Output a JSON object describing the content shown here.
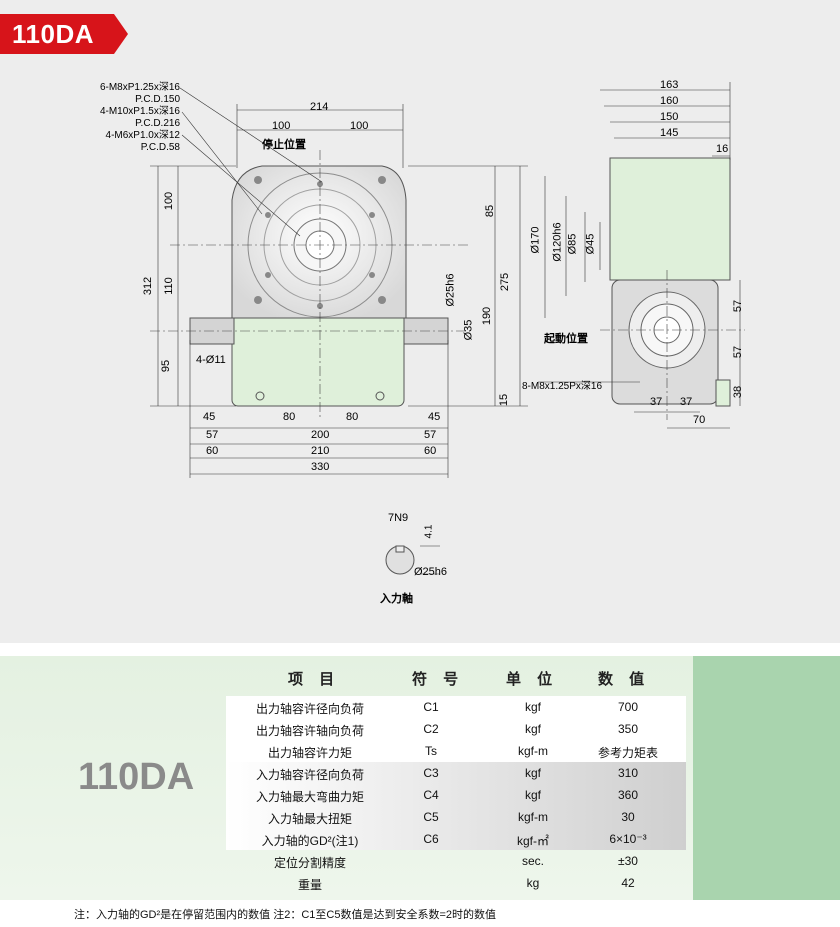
{
  "title": "110DA",
  "drawing": {
    "front": {
      "dims": {
        "d214": "214",
        "d100a": "100",
        "d100b": "100",
        "v100": "100",
        "v312": "312",
        "v110": "110",
        "v95": "95",
        "v85": "85",
        "v275": "275",
        "v190": "190",
        "v15": "15",
        "h45a": "45",
        "h80a": "80",
        "h80b": "80",
        "h45b": "45",
        "h57a": "57",
        "h200": "200",
        "h57b": "57",
        "h60a": "60",
        "h210": "210",
        "h60b": "60",
        "h330": "330",
        "d25h6": "Ø25h6",
        "d35": "Ø35",
        "hole": "4-Ø11"
      },
      "callouts": [
        "6-M8xP1.25x深16",
        "P.C.D.150",
        "4-M10xP1.5x深16",
        "P.C.D.216",
        "4-M6xP1.0x深12",
        "P.C.D.58"
      ],
      "stop_label": "停止位置"
    },
    "side": {
      "dims": {
        "w163": "163",
        "w160": "160",
        "w150": "150",
        "w145": "145",
        "w16": "16",
        "d170": "Ø170",
        "d120": "Ø120h6",
        "d85": "Ø85",
        "d45": "Ø45",
        "v57a": "57",
        "v57b": "57",
        "v38": "38",
        "h37a": "37",
        "h37b": "37",
        "h70": "70"
      },
      "start_label": "起動位置",
      "thread_label": "8-M8x1.25Px深16"
    },
    "shaft": {
      "key": "7N9",
      "depth": "4.1",
      "dia": "Ø25h6",
      "caption": "入力軸"
    }
  },
  "spec": {
    "label": "110DA",
    "headers": [
      "项 目",
      "符 号",
      "单 位",
      "数 值"
    ],
    "rows": [
      {
        "item": "出力轴容许径向负荷",
        "sym": "C1",
        "unit": "kgf",
        "val": "700"
      },
      {
        "item": "出力轴容许轴向负荷",
        "sym": "C2",
        "unit": "kgf",
        "val": "350"
      },
      {
        "item": "出力轴容许力矩",
        "sym": "Ts",
        "unit": "kgf-m",
        "val": "参考力矩表"
      },
      {
        "item": "入力轴容许径向负荷",
        "sym": "C3",
        "unit": "kgf",
        "val": "310"
      },
      {
        "item": "入力轴最大弯曲力矩",
        "sym": "C4",
        "unit": "kgf",
        "val": "360"
      },
      {
        "item": "入力轴最大扭矩",
        "sym": "C5",
        "unit": "kgf-m",
        "val": "30"
      },
      {
        "item": "入力轴的GD²(注1)",
        "sym": "C6",
        "unit": "kgf-㎡",
        "val": "6×10⁻³"
      },
      {
        "item": "定位分割精度",
        "sym": "",
        "unit": "sec.",
        "val": "±30"
      },
      {
        "item": "重量",
        "sym": "",
        "unit": "kg",
        "val": "42"
      }
    ]
  },
  "footnote": "注：入力轴的GD²是在停留范围内的数值  注2：C1至C5数值是达到安全系数=2时的数值",
  "colors": {
    "accent_red": "#d7141a",
    "body_green": "#dff0da",
    "panel_green": "#a9d4ae"
  }
}
